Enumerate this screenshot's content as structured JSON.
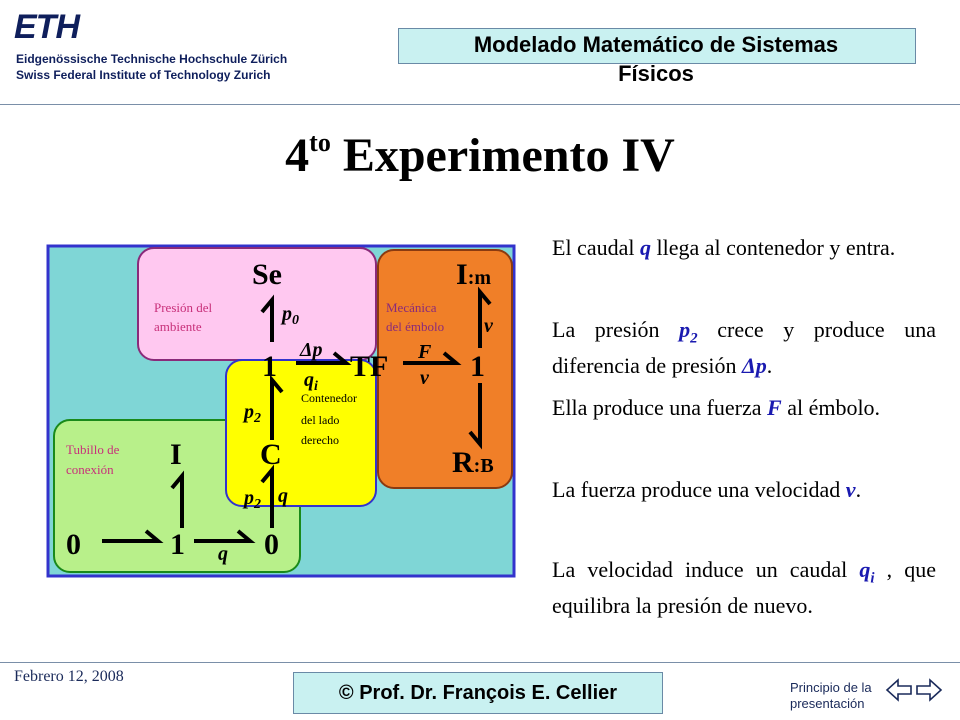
{
  "header": {
    "logo_mark": "ETH",
    "logo_line1": "Eidgenössische Technische Hochschule Zürich",
    "logo_line2": "Swiss Federal Institute of Technology Zurich",
    "course_title_line1": "Modelado Matemático de Sistemas",
    "course_title_line2": "Físicos"
  },
  "slide": {
    "title_main": "4",
    "title_sup": "to",
    "title_rest": " Experimento IV"
  },
  "diagram": {
    "regions": {
      "ambient": "Presión del",
      "ambient2": "ambiente",
      "piston": "Mecánica",
      "piston2": "del émbolo",
      "container": "Contenedor",
      "container2": "del lado",
      "container3": "derecho",
      "tube": "Tubillo de",
      "tube2": "conexión"
    },
    "nodes": {
      "se": "Se",
      "im": "I",
      "im_sub": ":m",
      "tf": "TF",
      "one_left": "1",
      "one_right": "1",
      "rb": "R",
      "rb_sub": ":B",
      "c": "C",
      "i": "I",
      "zero_left": "0",
      "one_bottom": "1",
      "zero_right": "0"
    },
    "labels": {
      "p0": "p",
      "p0_sub": "0",
      "dp": "Δp",
      "qi": "q",
      "qi_sub": "i",
      "p2a": "p",
      "p2a_sub": "2",
      "p2b": "p",
      "p2b_sub": "2",
      "q_c": "q",
      "q_bottom": "q",
      "F": "F",
      "v_tf": "v",
      "v_im": "v"
    }
  },
  "paragraphs": {
    "p1_a": "El caudal ",
    "p1_q": "q",
    "p1_b": " llega al contenedor y entra.",
    "p2_a": "La presión ",
    "p2_p": "p",
    "p2_sub": "2",
    "p2_b": " crece y produce una diferencia de presión ",
    "p2_dp": "Δp",
    "p2_c": ".",
    "p3_a": "Ella produce una fuerza ",
    "p3_F": "F",
    "p3_b": " al émbolo.",
    "p4_a": "La fuerza produce una velocidad ",
    "p4_v": "v",
    "p4_b": ".",
    "p5_a": "La velocidad induce un caudal ",
    "p5_q": "q",
    "p5_sub": "i",
    "p5_b": " , que equilibra la presión de nuevo."
  },
  "footer": {
    "date": "Febrero 12, 2008",
    "author": "© Prof. Dr. François E. Cellier",
    "link_line1": "Principio de la",
    "link_line2": "presentación"
  },
  "colors": {
    "diagram_frame": "#3333cc",
    "diagram_bg": "#7fd6d6",
    "ambient_fill": "#ffc8f0",
    "piston_fill": "#f07f28",
    "container_fill": "#ffff00",
    "tube_fill": "#b8f08a",
    "region_text": "#c8307a",
    "symbol_blue": "#1a1ab0"
  }
}
